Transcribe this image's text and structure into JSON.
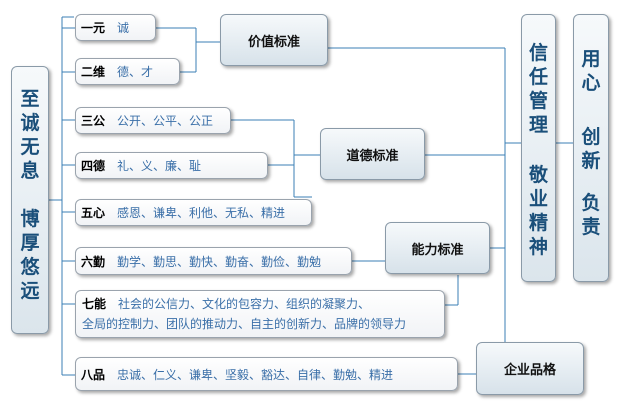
{
  "left_title": {
    "line1": [
      "至",
      "诚",
      "无",
      "息"
    ],
    "line2": [
      "博",
      "厚",
      "悠",
      "远"
    ]
  },
  "items": [
    {
      "label": "一元",
      "text": "诚"
    },
    {
      "label": "二维",
      "text": "德、才"
    },
    {
      "label": "三公",
      "text": "公开、公平、公正"
    },
    {
      "label": "四德",
      "text": "礼、义、廉、耻"
    },
    {
      "label": "五心",
      "text": "感恩、谦卑、利他、无私、精进"
    },
    {
      "label": "六勤",
      "text": "勤学、勤思、勤快、勤奋、勤俭、勤勉"
    },
    {
      "label": "七能",
      "text_line1": "社会的公信力、文化的包容力、组织的凝聚力、",
      "text_line2": "全局的控制力、团队的推动力、自主的创新力、品牌的领导力"
    },
    {
      "label": "八品",
      "text": "忠诚、仁义、谦卑、坚毅、豁达、自律、勤勉、精进"
    }
  ],
  "standards": {
    "value": "价值标准",
    "moral": "道德标准",
    "ability": "能力标准",
    "quality": "企业品格"
  },
  "right_col1": {
    "line1": [
      "信",
      "任",
      "管",
      "理"
    ],
    "line2": [
      "敬",
      "业",
      "精",
      "神"
    ]
  },
  "right_col2": {
    "line1": [
      "用",
      "心"
    ],
    "line2": [
      "创",
      "新"
    ],
    "line3": [
      "负",
      "责"
    ]
  }
}
